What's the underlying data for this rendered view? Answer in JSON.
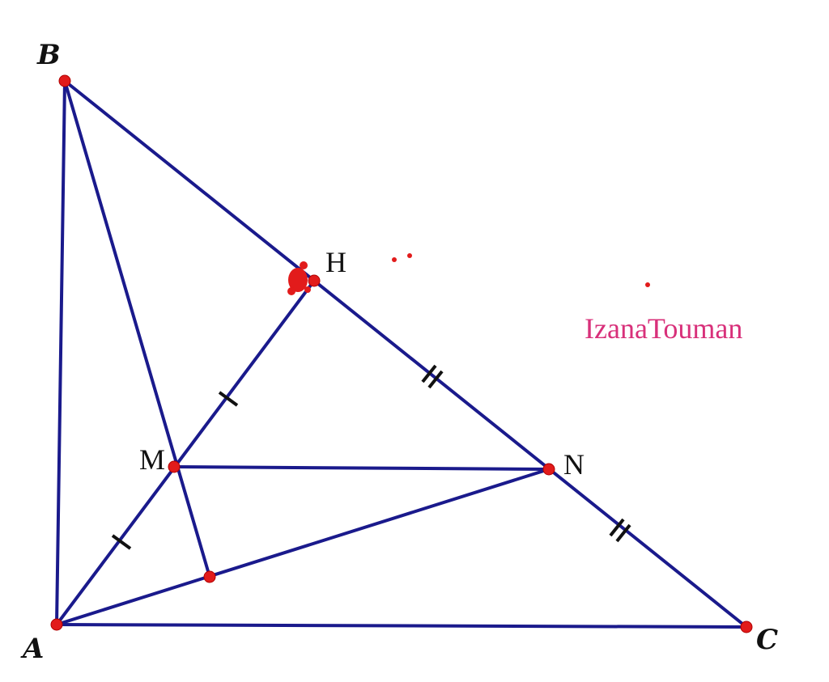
{
  "diagram": {
    "points": {
      "A": "A",
      "B": "B",
      "C": "C",
      "H": "H",
      "M": "M",
      "N": "N"
    },
    "watermark": "IzanaTouman",
    "colors": {
      "segment": "#1a1a8c",
      "point": "#e21b1b",
      "watermark": "#d8307a"
    }
  }
}
